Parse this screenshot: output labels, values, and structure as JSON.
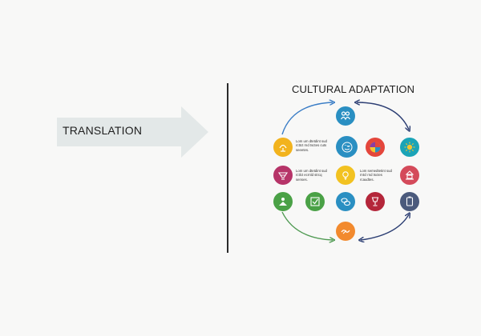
{
  "translation": {
    "label": "TRANSLATION",
    "arrow_color": "#e3e8e8"
  },
  "cultural_adaptation": {
    "title": "CULTURAL ADAPTATION",
    "cycle_colors": {
      "upper_arc": "#3a7dc6",
      "top_right_arc": "#2c3e73",
      "bottom_left_arc": "#4f9a52",
      "bottom_right_arc": "#2c3e73"
    },
    "text_blocks": [
      "Lom um dtetdint sud rcttct rnd tsctes cuts seeetes.",
      "Lom um dtetdint sud rctlct ecrnld strcq senses.",
      "Lom semedtetint sud rntcl rnd tsctes rcaudtes."
    ],
    "icons": [
      {
        "name": "people-icon",
        "color": "#2a8fc2"
      },
      {
        "name": "sun-hand-icon",
        "color": "#f2b31d"
      },
      {
        "name": "globe-icon",
        "color": "#2a8fc2"
      },
      {
        "name": "umbrella-icon",
        "color": "#e4463c"
      },
      {
        "name": "sun-icon",
        "color": "#1ba4b7"
      },
      {
        "name": "bowl-icon",
        "color": "#b63468"
      },
      {
        "name": "lightbulb-icon",
        "color": "#f2c221"
      },
      {
        "name": "temple-icon",
        "color": "#d44a5a"
      },
      {
        "name": "person-icon",
        "color": "#4aa146"
      },
      {
        "name": "check-box-icon",
        "color": "#4aa146"
      },
      {
        "name": "chat-icon",
        "color": "#2a8fc2"
      },
      {
        "name": "goblet-icon",
        "color": "#b4263a"
      },
      {
        "name": "document-icon",
        "color": "#4b5a7c"
      },
      {
        "name": "handshake-icon",
        "color": "#f28a2e"
      }
    ]
  }
}
